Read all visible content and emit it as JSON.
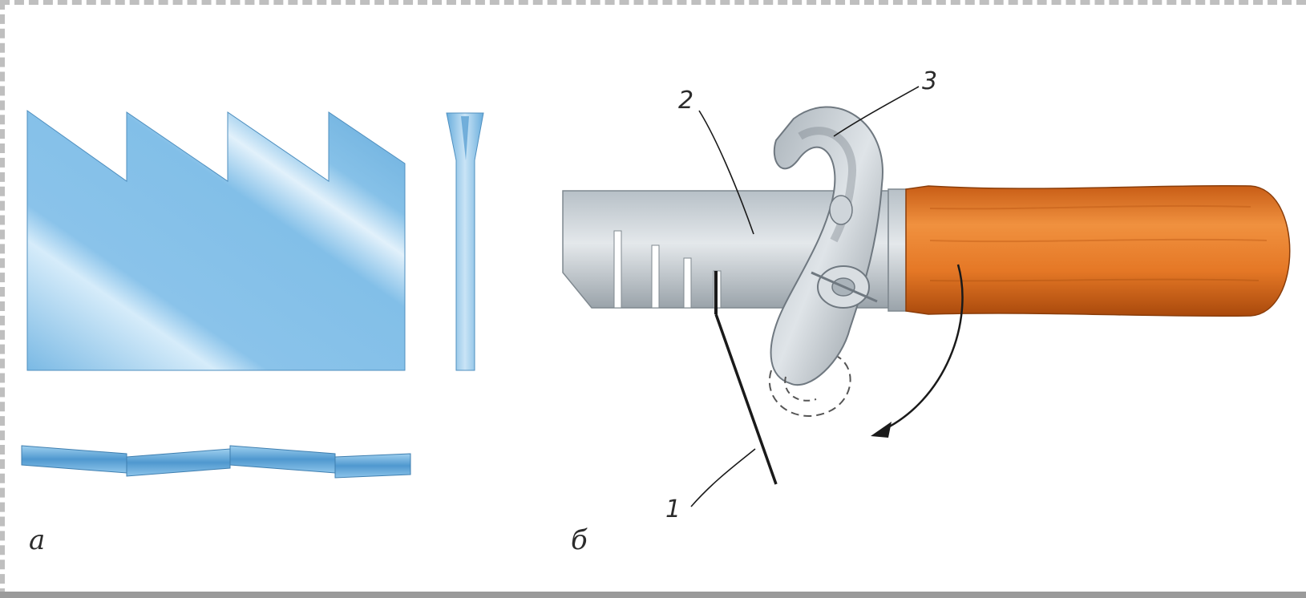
{
  "figure": {
    "part_a": {
      "caption": "а"
    },
    "part_b": {
      "caption": "б",
      "callouts": [
        "1",
        "2",
        "3"
      ]
    }
  },
  "colors": {
    "blade_blue": "#8fc6ea",
    "blade_blue_dark": "#5fa6d8",
    "steel": "#c9d0d6",
    "steel_dark": "#8e979e",
    "handle_orange": "#e0741f",
    "handle_dark": "#b4520f",
    "line": "#1a1a1a"
  }
}
